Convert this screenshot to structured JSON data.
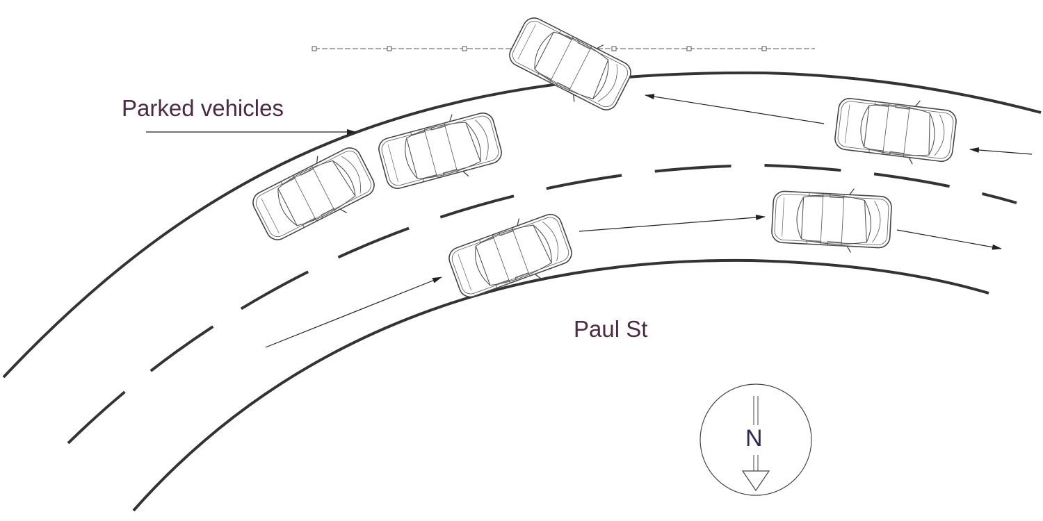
{
  "labels": {
    "parked": "Parked vehicles",
    "street": "Paul St",
    "north": "N"
  },
  "colors": {
    "road_line": "#333333",
    "label_text": "#4a2a44",
    "north_text": "#2a2a55",
    "car_outline": "#444444"
  },
  "icons": {
    "vehicle": "car-topview-icon",
    "compass": "north-arrow-icon"
  }
}
